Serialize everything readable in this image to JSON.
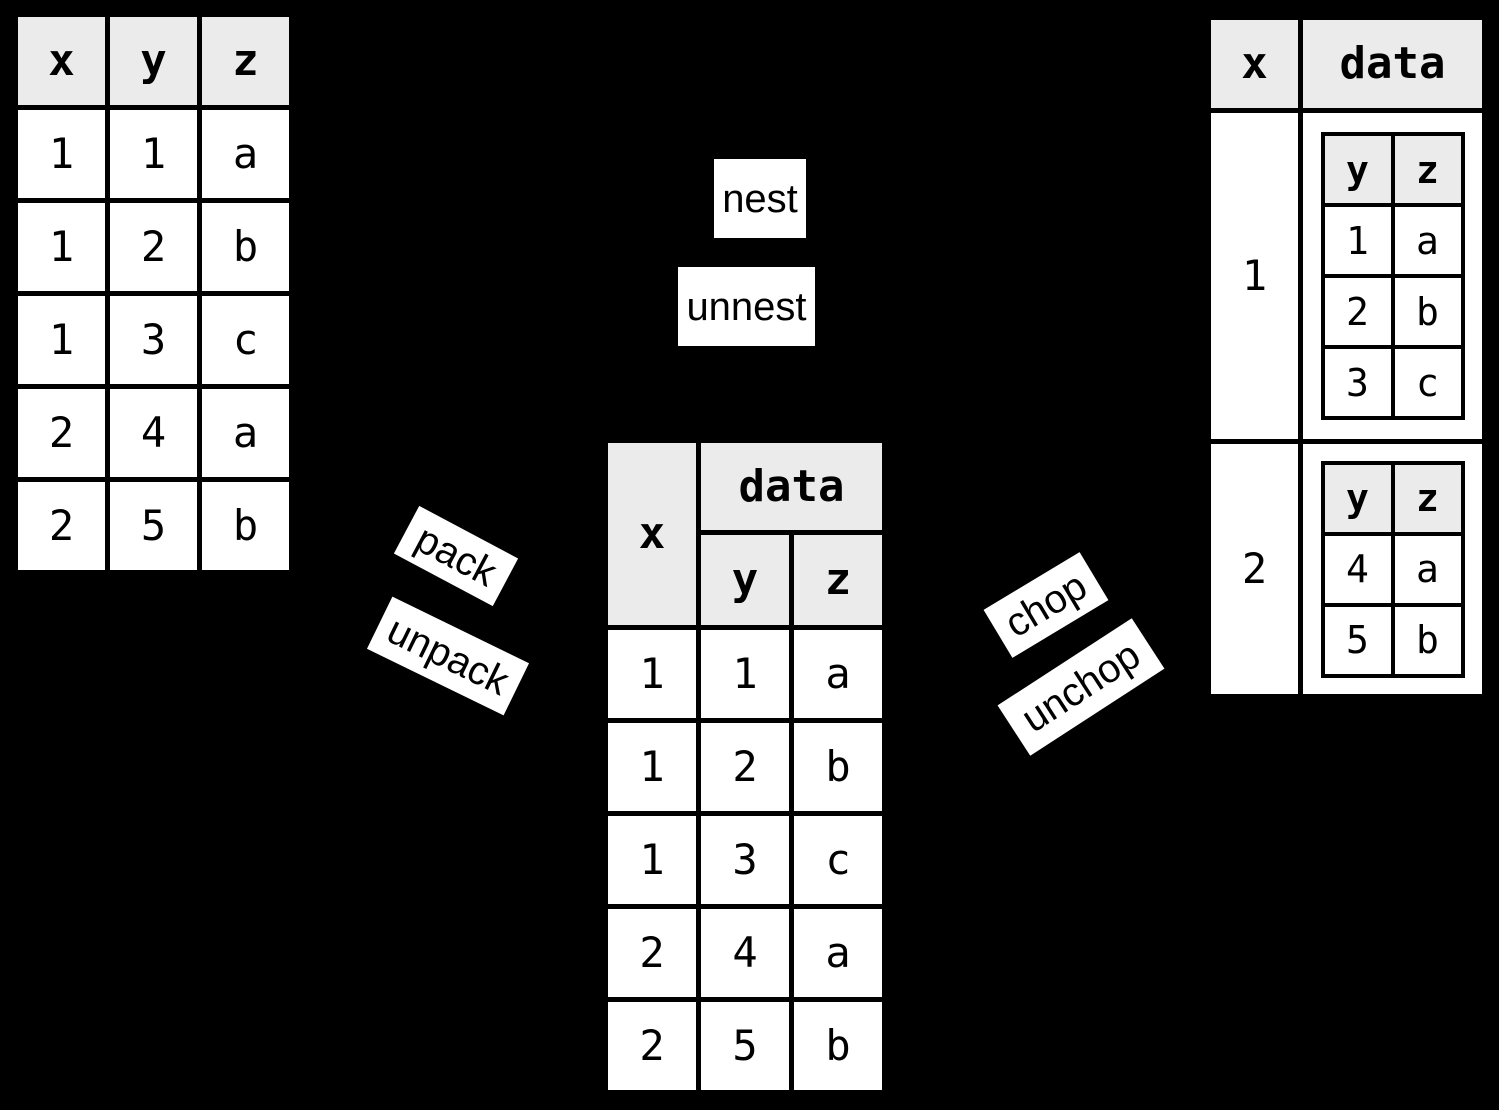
{
  "colors": {
    "background": "#000000",
    "grid_lines": "#000000",
    "header_bg": "#ebebeb",
    "cell_bg": "#ffffff",
    "text": "#000000"
  },
  "operations": {
    "nest": "nest",
    "unnest": "unnest",
    "pack": "pack",
    "unpack": "unpack",
    "chop": "chop",
    "unchop": "unchop"
  },
  "flat_table": {
    "columns": [
      "x",
      "y",
      "z"
    ],
    "rows": [
      [
        "1",
        "1",
        "a"
      ],
      [
        "1",
        "2",
        "b"
      ],
      [
        "1",
        "3",
        "c"
      ],
      [
        "2",
        "4",
        "a"
      ],
      [
        "2",
        "5",
        "b"
      ]
    ]
  },
  "packed_table": {
    "x_header": "x",
    "data_header": "data",
    "sub_headers": [
      "y",
      "z"
    ],
    "rows": [
      [
        "1",
        "1",
        "a"
      ],
      [
        "1",
        "2",
        "b"
      ],
      [
        "1",
        "3",
        "c"
      ],
      [
        "2",
        "4",
        "a"
      ],
      [
        "2",
        "5",
        "b"
      ]
    ]
  },
  "nested_table": {
    "x_header": "x",
    "data_header": "data",
    "groups": [
      {
        "x": "1",
        "sub_headers": [
          "y",
          "z"
        ],
        "rows": [
          [
            "1",
            "a"
          ],
          [
            "2",
            "b"
          ],
          [
            "3",
            "c"
          ]
        ]
      },
      {
        "x": "2",
        "sub_headers": [
          "y",
          "z"
        ],
        "rows": [
          [
            "4",
            "a"
          ],
          [
            "5",
            "b"
          ]
        ]
      }
    ]
  }
}
